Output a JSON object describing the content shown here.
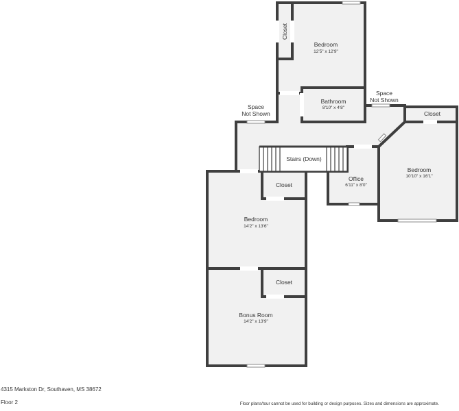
{
  "rooms": {
    "bedroom_top": {
      "name": "Bedroom",
      "dims": "12'5\" x 12'9\""
    },
    "closet_top": {
      "name": "Closet"
    },
    "bathroom": {
      "name": "Bathroom",
      "dims": "8'10\" x 4'8\""
    },
    "space_left": {
      "line1": "Space",
      "line2": "Not Shown"
    },
    "space_right": {
      "line1": "Space",
      "line2": "Not Shown"
    },
    "closet_right": {
      "name": "Closet"
    },
    "bedroom_right": {
      "name": "Bedroom",
      "dims": "10'10\" x 16'1\""
    },
    "stairs": {
      "name": "Stairs (Down)"
    },
    "office": {
      "name": "Office",
      "dims": "6'11\" x 8'0\""
    },
    "closet_mid": {
      "name": "Closet"
    },
    "bedroom_mid": {
      "name": "Bedroom",
      "dims": "14'2\" x 13'6\""
    },
    "closet_low": {
      "name": "Closet"
    },
    "bonus_room": {
      "name": "Bonus Room",
      "dims": "14'2\" x 13'9\""
    }
  },
  "footer": {
    "address": "4315 Markston Dr, Southaven, MS 38672",
    "floor": "Floor 2",
    "disclaimer": "Floor plans/tour cannot be used for building or design purposes. Sizes and dimensions are approximate."
  }
}
